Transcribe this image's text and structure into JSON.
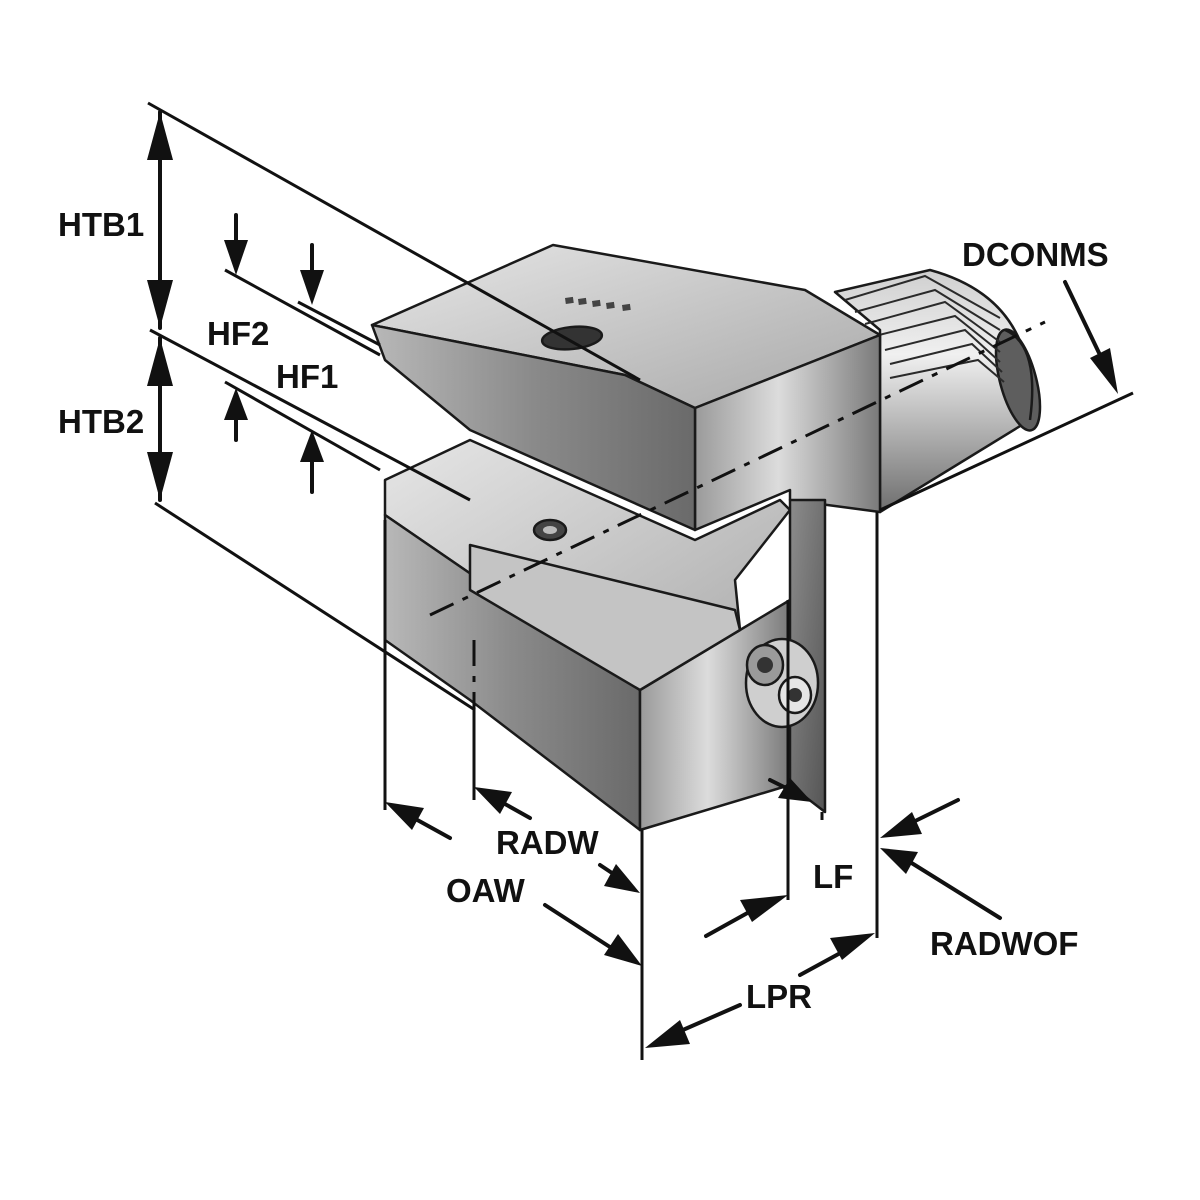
{
  "labels": {
    "htb1": "HTB1",
    "htb2": "HTB2",
    "hf2": "HF2",
    "hf1": "HF1",
    "dconms": "DCONMS",
    "radw": "RADW",
    "oaw": "OAW",
    "lf": "LF",
    "lpr": "LPR",
    "radwof": "RADWOF"
  },
  "colors": {
    "ink": "#111111",
    "metal_light": "#d9d9d9",
    "metal_mid": "#a9a9a9",
    "metal_dark": "#6e6e6e"
  }
}
